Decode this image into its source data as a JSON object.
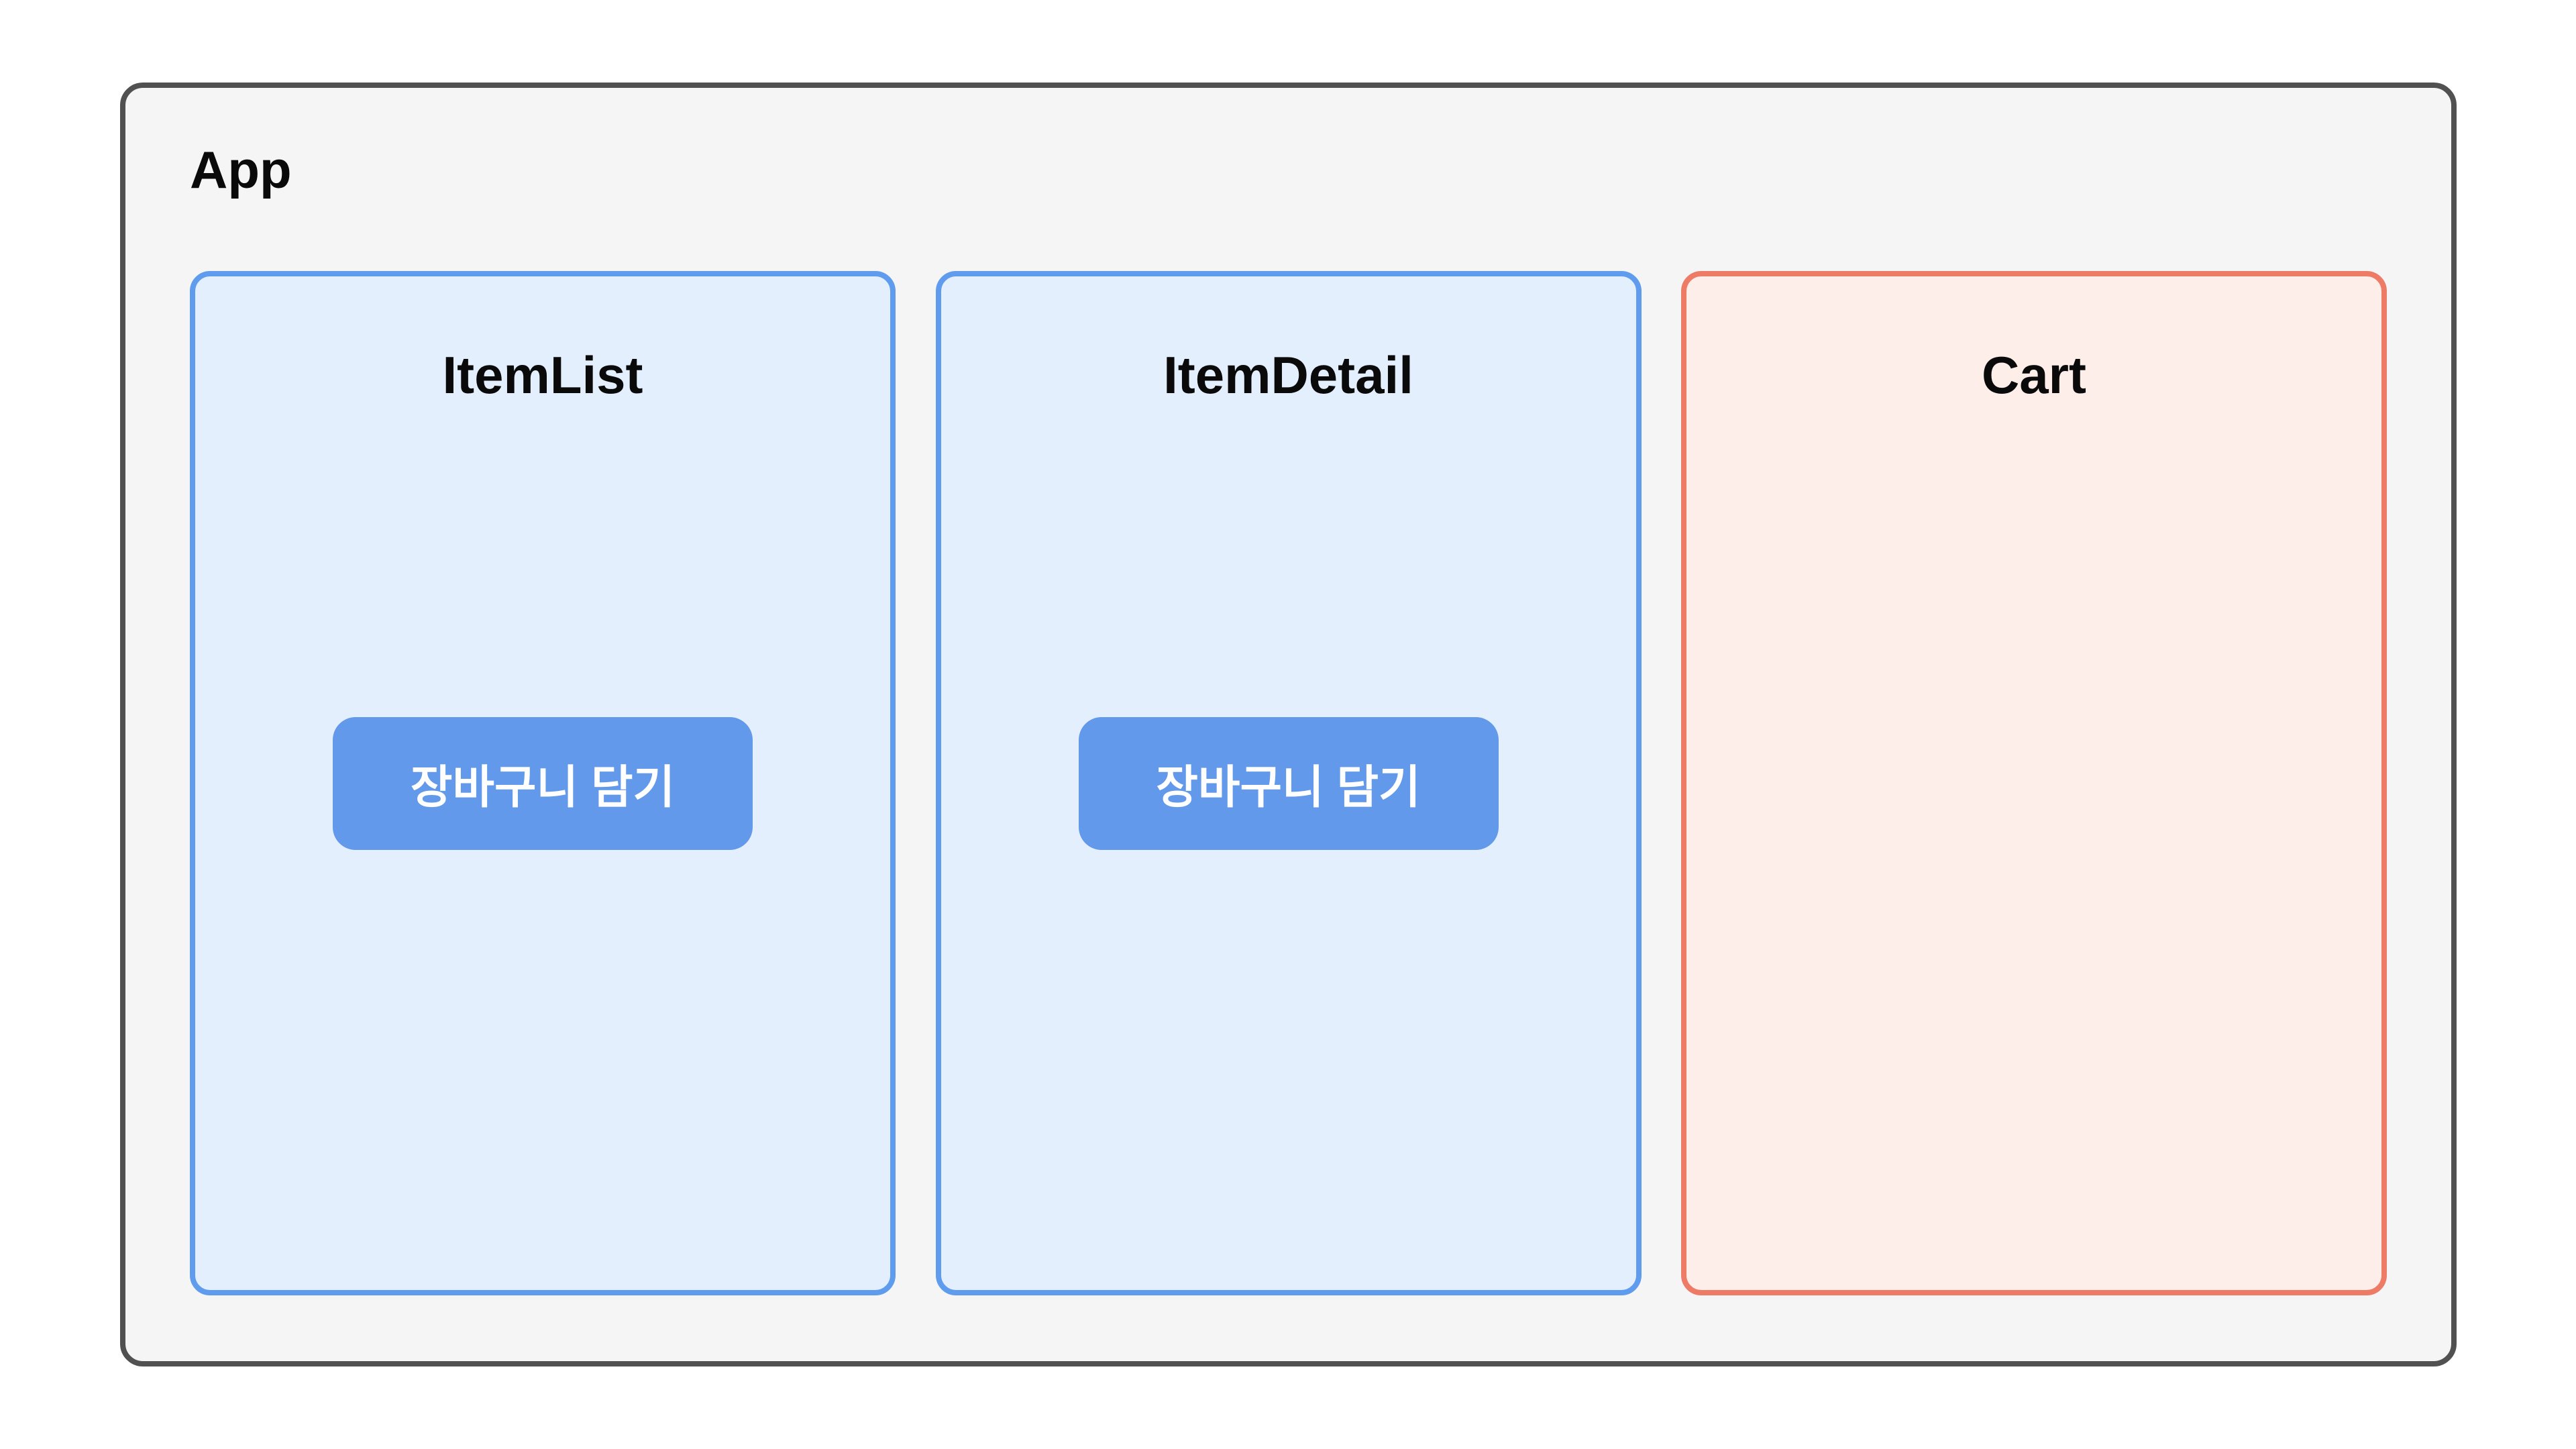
{
  "app": {
    "label": "App",
    "background": "#f5f5f6",
    "border_color": "#515151",
    "components": [
      {
        "id": "item-list",
        "label": "ItemList",
        "variant": "blue",
        "button": {
          "label": "장바구니 담기"
        }
      },
      {
        "id": "item-detail",
        "label": "ItemDetail",
        "variant": "blue",
        "button": {
          "label": "장바구니 담기"
        }
      },
      {
        "id": "cart",
        "label": "Cart",
        "variant": "red",
        "button": null
      }
    ],
    "colors": {
      "blue_box_fill": "#e4effe",
      "blue_box_border": "#5f9ced",
      "red_box_fill": "#fdeeea",
      "red_box_border": "#ed7b66",
      "button_fill": "#6299ea",
      "button_text": "#ffffff",
      "title_text": "#0a0a0a"
    }
  }
}
